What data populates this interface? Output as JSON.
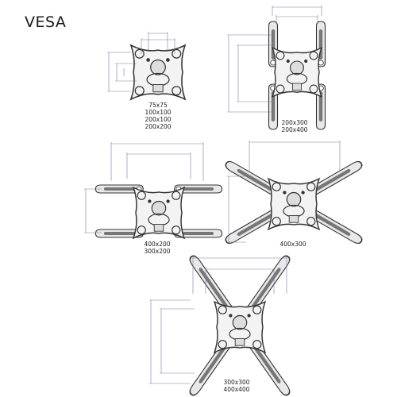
{
  "title": "VESA",
  "diagrams": [
    {
      "id": "small-plate",
      "labels": [
        "75x75",
        "100x100",
        "200x100",
        "200x200"
      ]
    },
    {
      "id": "vertical-arms",
      "labels": [
        "200x300",
        "200x400"
      ]
    },
    {
      "id": "horizontal-arms",
      "labels": [
        "400x200",
        "300x200"
      ]
    },
    {
      "id": "x-arms",
      "labels": [
        "400x300"
      ]
    },
    {
      "id": "x-arms-large",
      "labels": [
        "300x300",
        "400x400"
      ]
    }
  ],
  "colors": {
    "line": "#333333",
    "dim": "#7a7aa8",
    "fill": "#eeeeee"
  }
}
